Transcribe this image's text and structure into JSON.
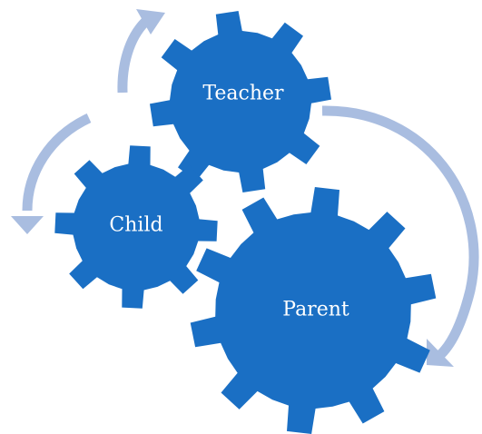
{
  "colors": {
    "gear_fill": "#1a6fc4",
    "arrow": "#a9bde0",
    "label": "#ffffff"
  },
  "gears": {
    "teacher": {
      "label": "Teacher"
    },
    "child": {
      "label": "Child"
    },
    "parent": {
      "label": "Parent"
    }
  }
}
